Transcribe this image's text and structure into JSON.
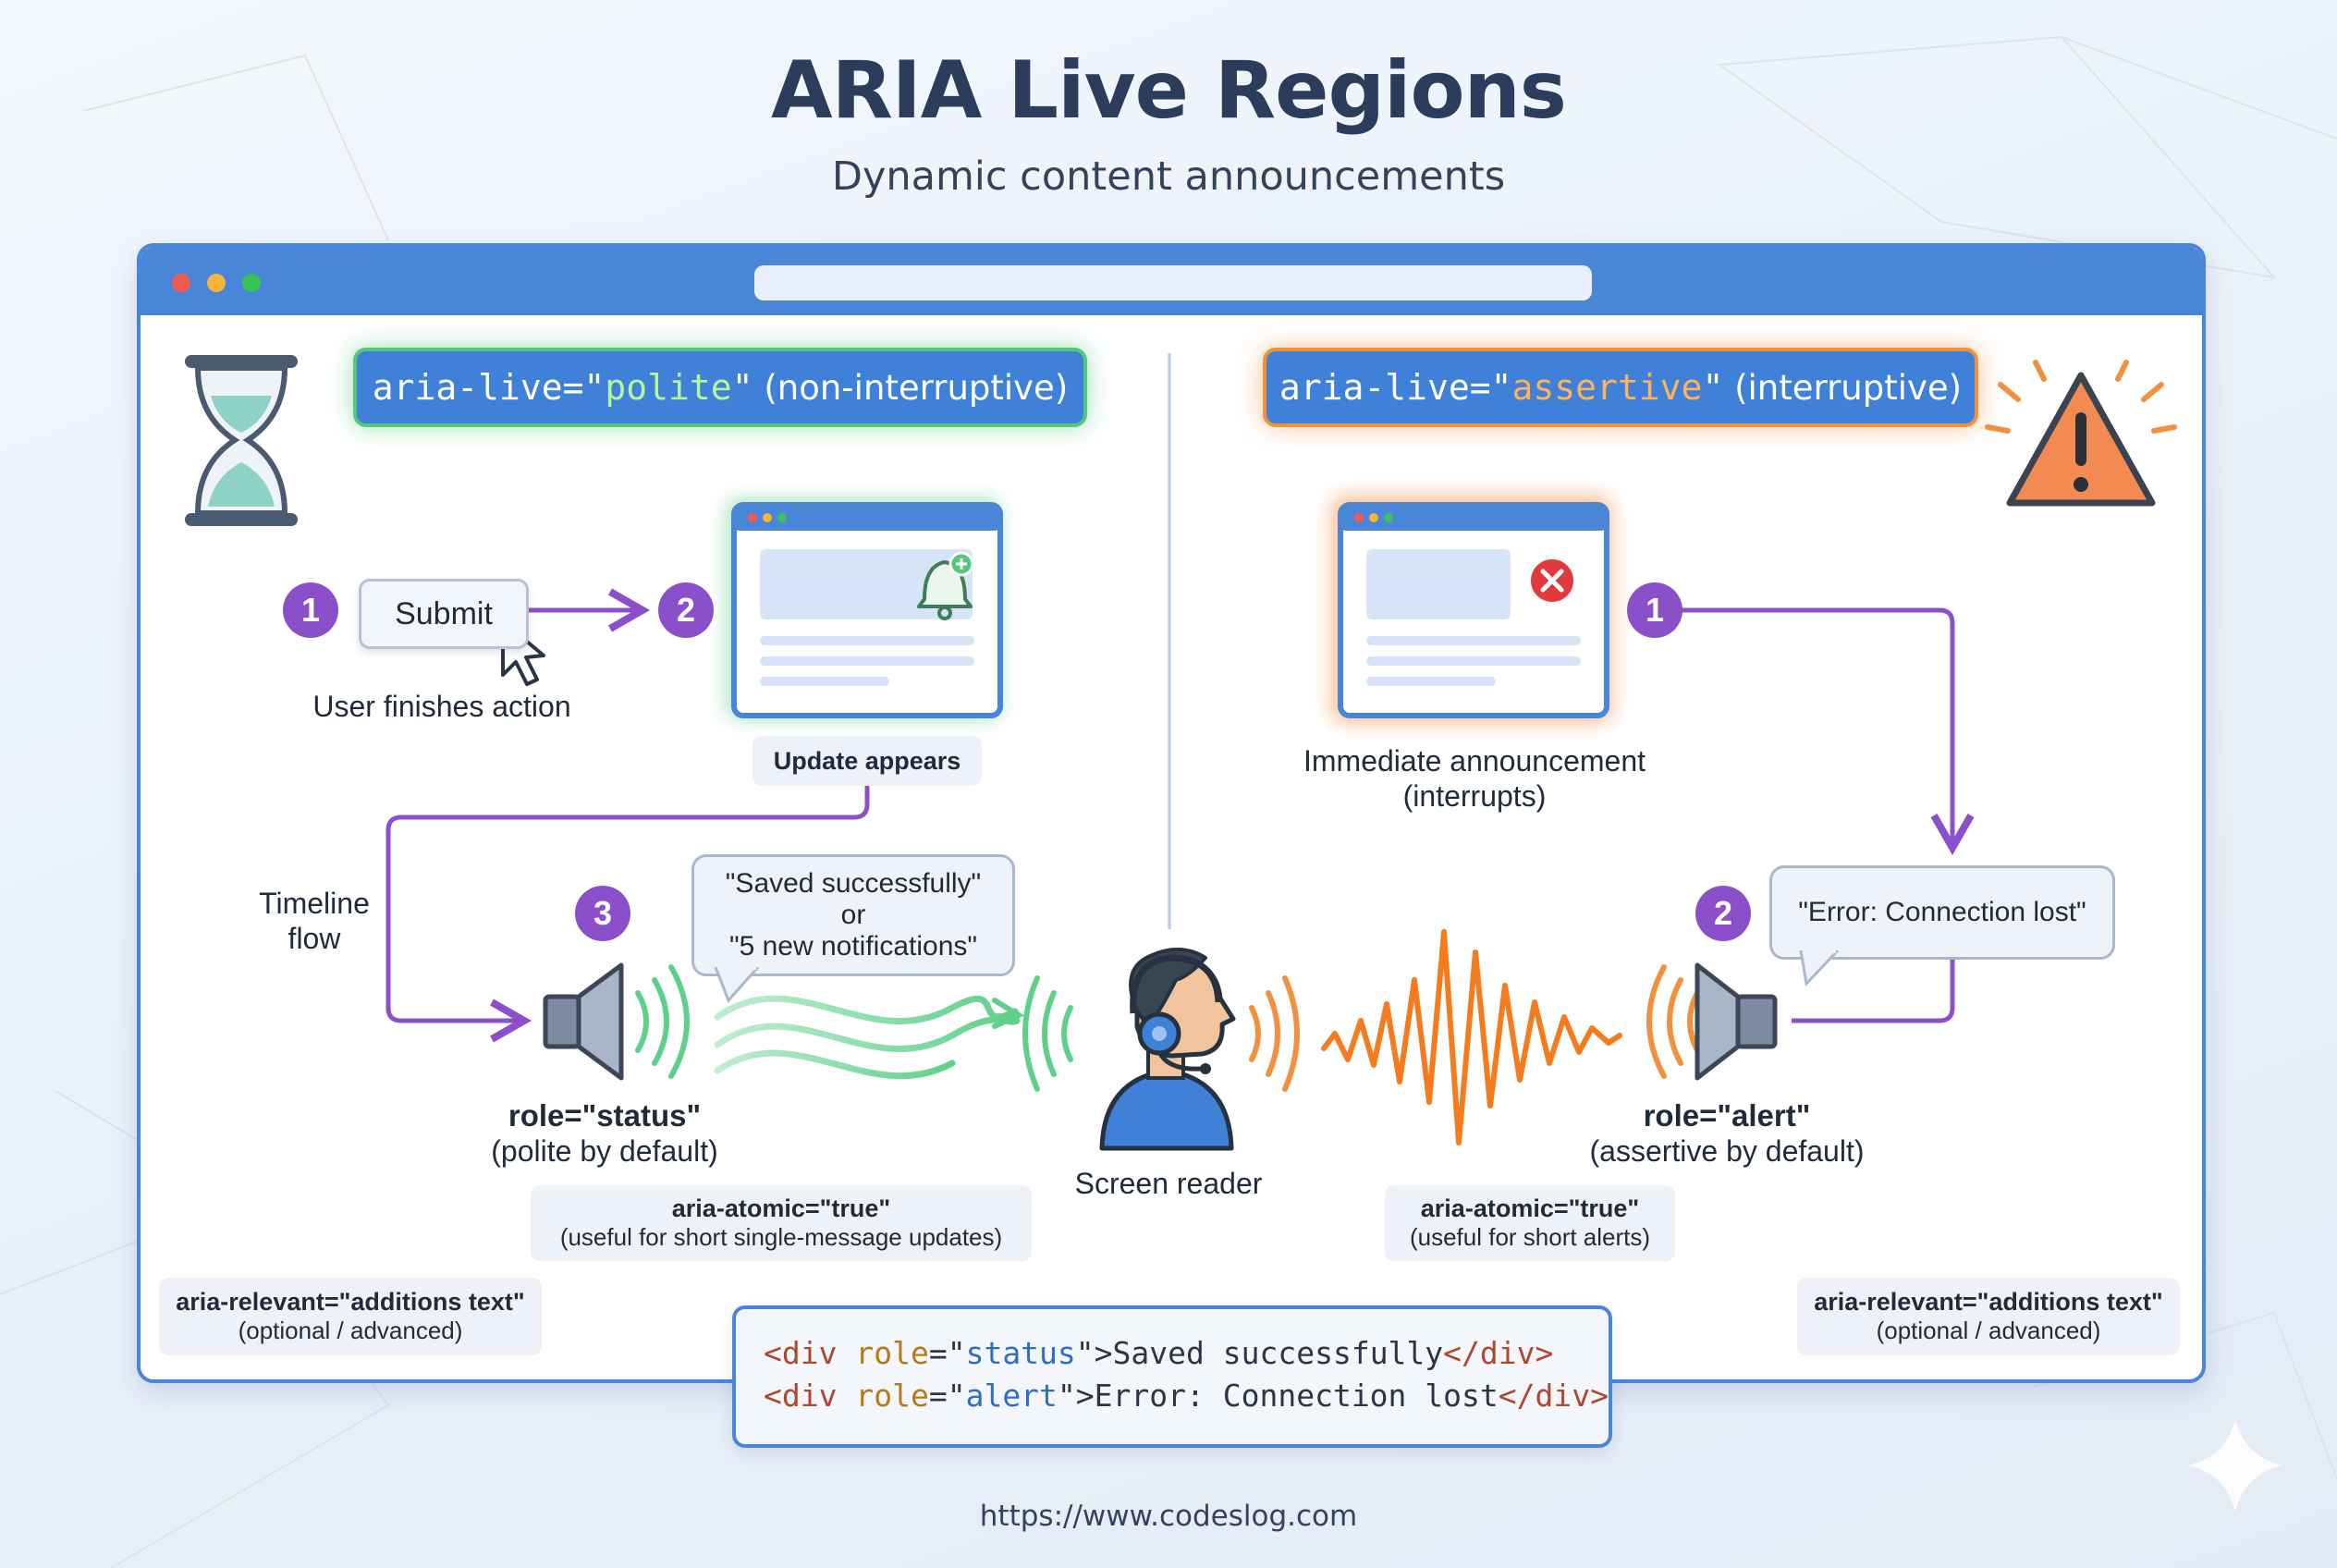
{
  "header": {
    "title": "ARIA Live Regions",
    "subtitle": "Dynamic content announcements"
  },
  "colors": {
    "accent_blue": "#4a86d8",
    "polite_green": "#54c77a",
    "assertive_orange": "#f2913d",
    "step_purple": "#8b4fc9",
    "error_red": "#e0393e"
  },
  "polite": {
    "pill_code": "aria-live=\"",
    "pill_value": "polite",
    "pill_close": "\"",
    "pill_note": " (non-interruptive)",
    "step1": "1",
    "submit_label": "Submit",
    "user_action": "User finishes action",
    "step2": "2",
    "update_label": "Update appears",
    "timeline_line1": "Timeline",
    "timeline_line2": "flow",
    "step3": "3",
    "bubble_line1": "\"Saved successfully\"",
    "bubble_line2": "or",
    "bubble_line3": "\"5 new notifications\"",
    "role_label": "role=\"status\"",
    "role_note": "(polite by default)",
    "atomic_label": "aria-atomic=\"true\"",
    "atomic_note": "(useful for short single-message updates)",
    "relevant_label": "aria-relevant=\"additions text\"",
    "relevant_note": "(optional / advanced)"
  },
  "assertive": {
    "pill_code": "aria-live=\"",
    "pill_value": "assertive",
    "pill_close": "\"",
    "pill_note": " (interruptive)",
    "step1": "1",
    "immediate_line1": "Immediate announcement",
    "immediate_line2": "(interrupts)",
    "step2": "2",
    "bubble_text": "\"Error: Connection lost\"",
    "role_label": "role=\"alert\"",
    "role_note": "(assertive by default)",
    "atomic_label": "aria-atomic=\"true\"",
    "atomic_note": "(useful for short alerts)",
    "relevant_label": "aria-relevant=\"additions text\"",
    "relevant_note": "(optional / advanced)"
  },
  "center": {
    "screen_reader_label": "Screen reader"
  },
  "code": {
    "line1_open": "<div ",
    "line1_attr": "role",
    "line1_eq": "=\"",
    "line1_val": "status",
    "line1_mid": "\">",
    "line1_text": "Saved successfully",
    "line1_close": "</div>",
    "line2_open": "<div ",
    "line2_attr": "role",
    "line2_eq": "=\"",
    "line2_val": "alert",
    "line2_mid": "\">",
    "line2_text": "Error: Connection lost",
    "line2_close": "</div>"
  },
  "footer": {
    "url": "https://www.codeslog.com"
  }
}
